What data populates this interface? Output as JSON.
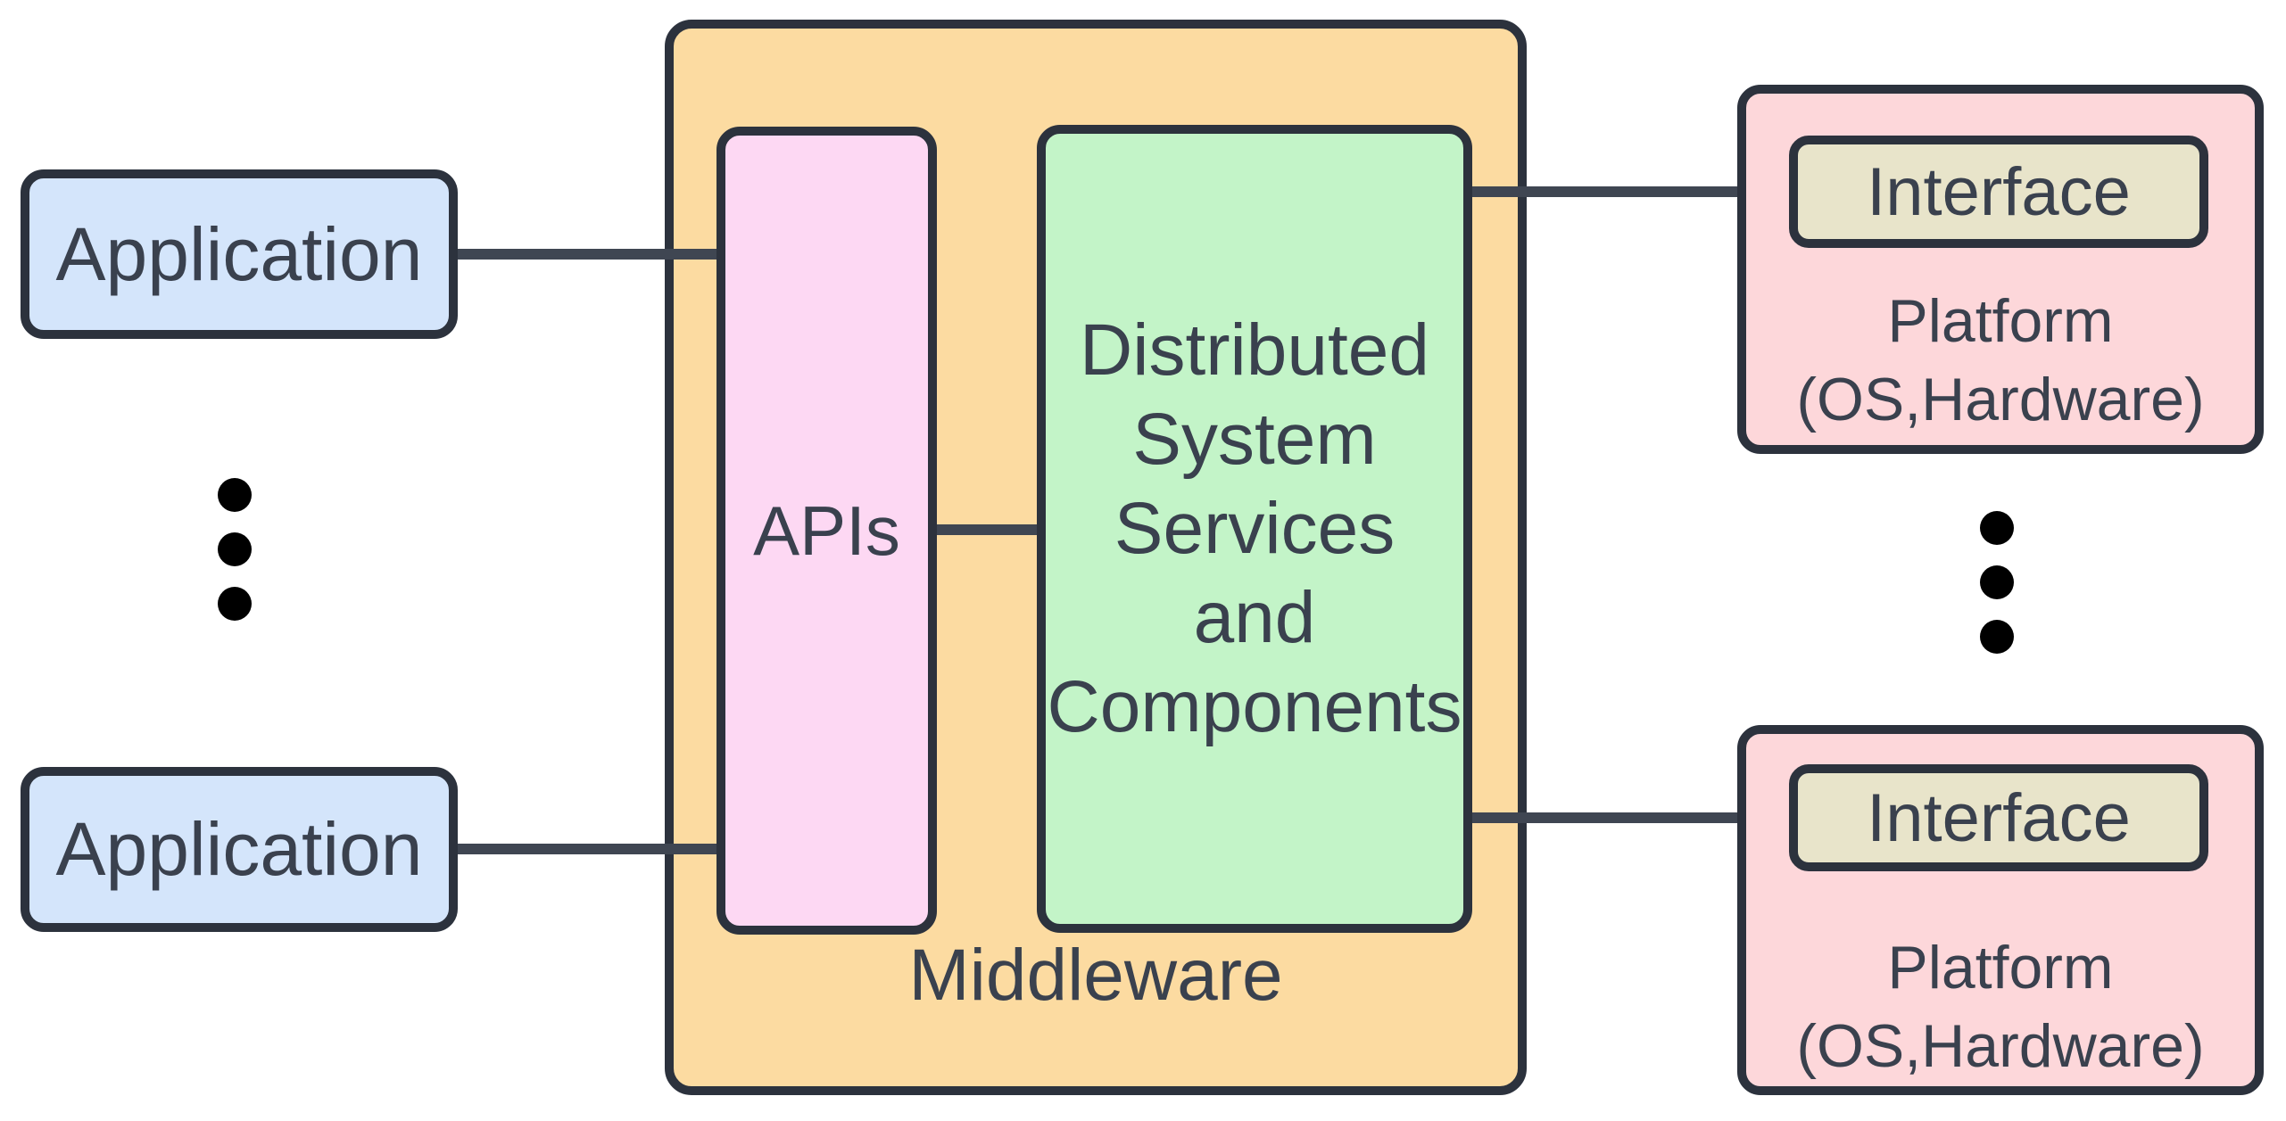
{
  "colors": {
    "stroke": "#2c323d",
    "connector": "#3f4652",
    "ink": "#3a414e",
    "app-fill": "#d4e5fb",
    "middleware-fill": "#fcdba1",
    "apis-fill": "#fdd8f3",
    "services-fill": "#c3f4c8",
    "platform-fill": "#fdd7da",
    "interface-fill": "#e8e4ca",
    "dot": "#000000"
  },
  "nodes": {
    "application_top": {
      "label": "Application"
    },
    "application_bottom": {
      "label": "Application"
    },
    "middleware": {
      "label": "Middleware"
    },
    "apis": {
      "label": "APIs"
    },
    "services": {
      "label": "Distributed System Services and Components",
      "lines": [
        "Distributed",
        "System",
        "Services",
        "and",
        "Components"
      ]
    },
    "platform_top": {
      "interface_label": "Interface",
      "name_line": "Platform",
      "detail_line": "(OS,Hardware)"
    },
    "platform_bottom": {
      "interface_label": "Interface",
      "name_line": "Platform",
      "detail_line": "(OS,Hardware)"
    }
  },
  "ellipsis": {
    "left_dot_count": 3,
    "right_dot_count": 3
  }
}
